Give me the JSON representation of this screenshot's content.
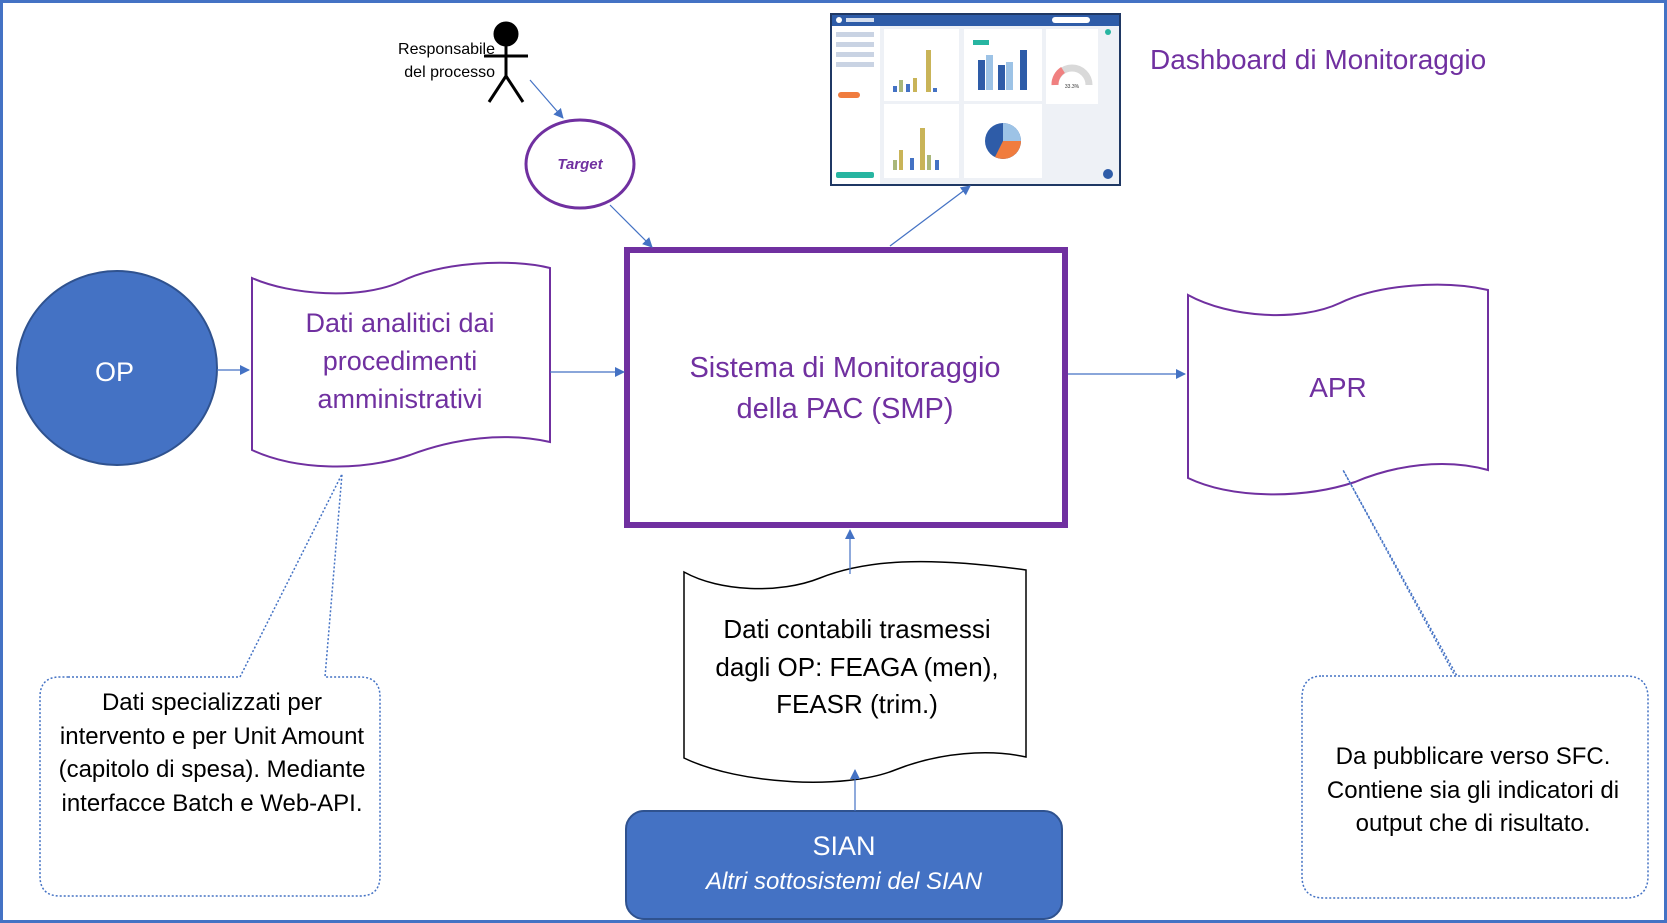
{
  "actor": {
    "label_line1": "Responsabile",
    "label_line2": "del processo"
  },
  "target": {
    "label": "Target"
  },
  "op": {
    "label": "OP"
  },
  "dati_analitici": {
    "line1": "Dati analitici dai",
    "line2": "procedimenti",
    "line3": "amministrativi"
  },
  "smp": {
    "line1": "Sistema di Monitoraggio",
    "line2": "della PAC (SMP)"
  },
  "apr": {
    "label": "APR"
  },
  "dashboard": {
    "title": "Dashboard di Monitoraggio",
    "thumbnail_gauge_value": "33.3%"
  },
  "dati_contabili": {
    "line1": "Dati contabili trasmessi",
    "line2": "dagli OP: FEAGA (men),",
    "line3": "FEASR (trim.)"
  },
  "sian": {
    "title": "SIAN",
    "subtitle": "Altri sottosistemi del SIAN"
  },
  "callout_left": {
    "text": "Dati specializzati per intervento e per Unit Amount (capitolo di spesa). Mediante interfacce Batch e Web-API."
  },
  "callout_right": {
    "text": "Da pubblicare verso SFC. Contiene sia gli indicatori di output che di risultato."
  },
  "colors": {
    "frame": "#4472c4",
    "purple": "#7030a0",
    "shape_fill": "#4472c4",
    "arrow": "#4472c4",
    "border_dark": "#2f528f"
  }
}
